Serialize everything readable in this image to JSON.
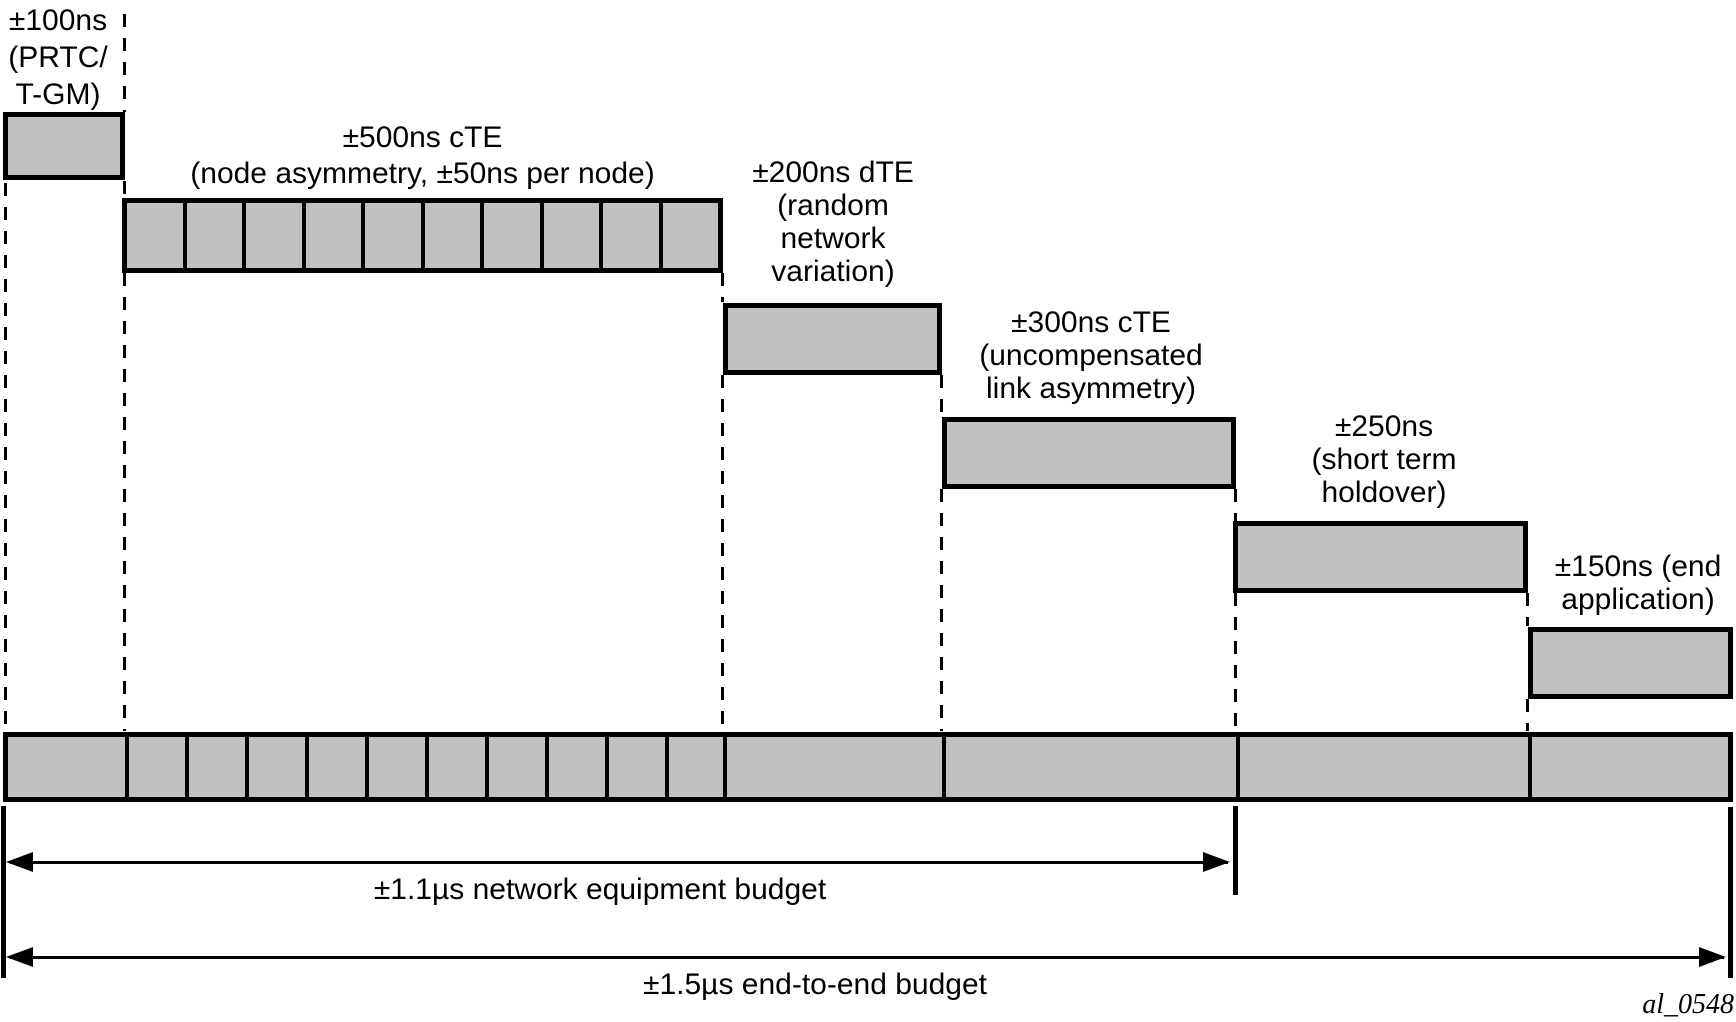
{
  "diagram": {
    "title_meaning": "Time error budget allocation",
    "components": [
      {
        "name": "PRTC/T-GM",
        "budget_ns": 100,
        "label_lines": [
          "±100ns",
          "(PRTC/",
          "T-GM)"
        ]
      },
      {
        "name": "cTE node asymmetry",
        "budget_ns": 500,
        "nodes": 10,
        "per_node_ns": 50,
        "label_lines": [
          "±500ns cTE",
          "(node asymmetry, ±50ns per node)"
        ]
      },
      {
        "name": "dTE random network variation",
        "budget_ns": 200,
        "label_lines": [
          "±200ns dTE",
          "(random",
          "network",
          "variation)"
        ]
      },
      {
        "name": "cTE uncompensated link asymmetry",
        "budget_ns": 300,
        "label_lines": [
          "±300ns cTE",
          "(uncompensated",
          "link asymmetry)"
        ]
      },
      {
        "name": "short term holdover",
        "budget_ns": 250,
        "label_lines": [
          "±250ns",
          "(short term",
          "holdover)"
        ]
      },
      {
        "name": "end application",
        "budget_ns": 150,
        "label_lines": [
          "±150ns (end",
          "application)"
        ]
      }
    ],
    "budgets": {
      "network_equipment": "±1.1µs network equipment budget",
      "end_to_end": "±1.5µs end-to-end budget"
    },
    "figure_id": "al_0548",
    "colors": {
      "box_fill": "#c1c1c1",
      "line": "#000000",
      "background": "#ffffff"
    }
  }
}
